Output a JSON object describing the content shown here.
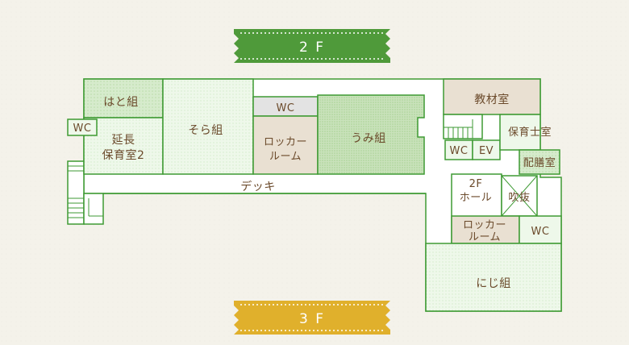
{
  "floor_tabs": {
    "current": {
      "label": "2 F",
      "color": "#4f9a3a"
    },
    "next": {
      "label": "3 F",
      "color": "#e0b02c"
    }
  },
  "colors": {
    "wall": "#3e9a33",
    "room_light": "#eaf6e4",
    "room_mid": "#d2e9c8",
    "room_dark": "#c4dfb6",
    "room_beige": "#e9e0d2",
    "room_grey": "#e3e3e3",
    "text": "#6b4a2b",
    "paper": "#f4f2ea",
    "floor_fill": "#ffffff"
  },
  "rooms": {
    "hato": "はと組",
    "sora": "そら組",
    "umi": "うみ組",
    "enchou_line1": "延長",
    "enchou_line2": "保育室2",
    "wc_left": "WC",
    "wc_mid": "WC",
    "locker_line1": "ロッカー",
    "locker_line2": "ルーム",
    "kyouzai": "教材室",
    "hoikushi": "保育士室",
    "haizen": "配膳室",
    "wc_ev_wc": "WC",
    "ev": "EV",
    "hall_line1": "2F",
    "hall_line2": "ホール",
    "fukinuke": "吹抜",
    "locker2_line1": "ロッカー",
    "locker2_line2": "ルーム",
    "wc_right": "WC",
    "niji": "にじ組",
    "deck": "デッキ"
  }
}
